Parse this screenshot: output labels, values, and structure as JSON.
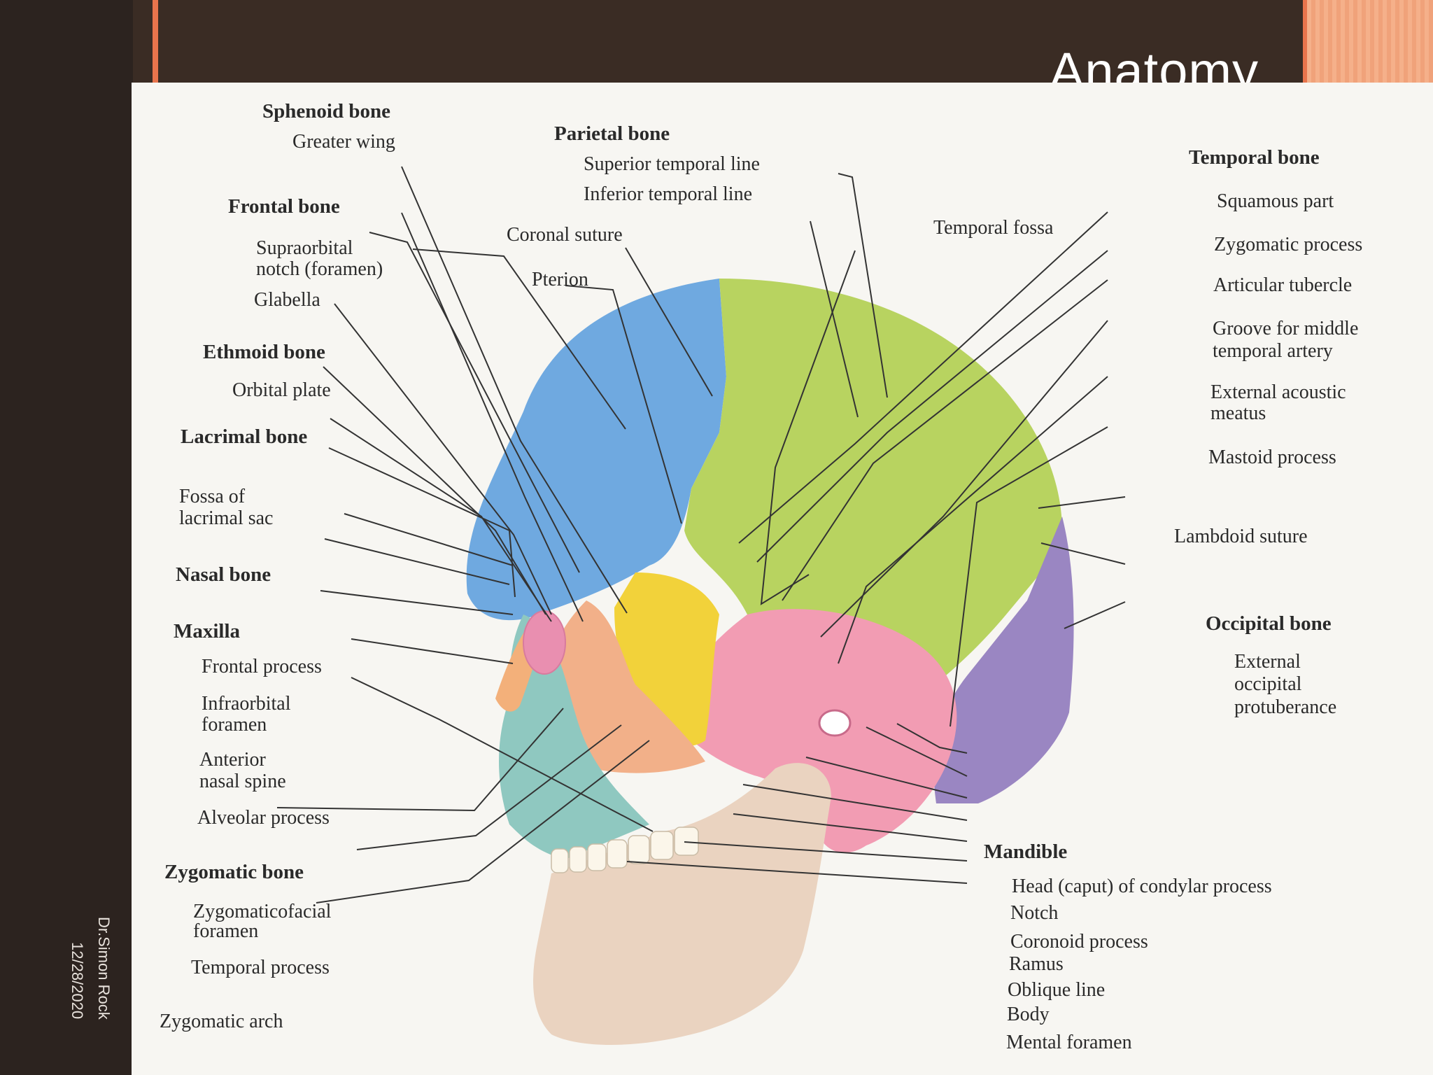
{
  "slide": {
    "title": "Anatomy",
    "author": "Dr.Simon Rock",
    "date": "12/28/2020"
  },
  "diagram": {
    "labels": {
      "sphenoid_bone": "Sphenoid bone",
      "greater_wing": "Greater wing",
      "frontal_bone": "Frontal bone",
      "supraorbital_1": "Supraorbital",
      "supraorbital_2": "notch (foramen)",
      "glabella": "Glabella",
      "ethmoid_bone": "Ethmoid bone",
      "orbital_plate": "Orbital plate",
      "lacrimal_bone": "Lacrimal bone",
      "fossa_1": "Fossa of",
      "fossa_2": "lacrimal sac",
      "nasal_bone": "Nasal bone",
      "maxilla": "Maxilla",
      "frontal_process": "Frontal process",
      "infraorbital_1": "Infraorbital",
      "infraorbital_2": "foramen",
      "anterior_nasal_1": "Anterior",
      "anterior_nasal_2": "nasal spine",
      "alveolar_process": "Alveolar process",
      "zygomatic_bone": "Zygomatic bone",
      "zygomaticofacial_1": "Zygomaticofacial",
      "zygomaticofacial_2": "foramen",
      "temporal_process": "Temporal process",
      "zygomatic_arch": "Zygomatic arch",
      "parietal_bone": "Parietal bone",
      "superior_temporal_line": "Superior temporal line",
      "inferior_temporal_line": "Inferior temporal line",
      "coronal_suture": "Coronal suture",
      "pterion": "Pterion",
      "temporal_fossa": "Temporal fossa",
      "temporal_bone": "Temporal bone",
      "squamous_part": "Squamous part",
      "zygomatic_process": "Zygomatic process",
      "articular_tubercle": "Articular tubercle",
      "groove_1": "Groove for middle",
      "groove_2": "temporal artery",
      "external_acoustic_1": "External acoustic",
      "external_acoustic_2": "meatus",
      "mastoid_process": "Mastoid process",
      "lambdoid_suture": "Lambdoid suture",
      "occipital_bone": "Occipital bone",
      "ext_occ_1": "External",
      "ext_occ_2": "occipital",
      "ext_occ_3": "protuberance",
      "mandible": "Mandible",
      "head_condylar": "Head (caput) of condylar process",
      "notch": "Notch",
      "coronoid_process": "Coronoid process",
      "ramus": "Ramus",
      "oblique_line": "Oblique line",
      "body": "Body",
      "mental_foramen": "Mental foramen"
    },
    "colors": {
      "frontal": "#6fa9e0",
      "parietal": "#b8d360",
      "sphenoid": "#f2d23a",
      "temporal": "#f29cb3",
      "occipital": "#9a86c2",
      "zygomatic": "#f2b089",
      "maxilla": "#8fc8c0",
      "mandible": "#ead3c0",
      "nasal": "#f3b07a"
    }
  }
}
